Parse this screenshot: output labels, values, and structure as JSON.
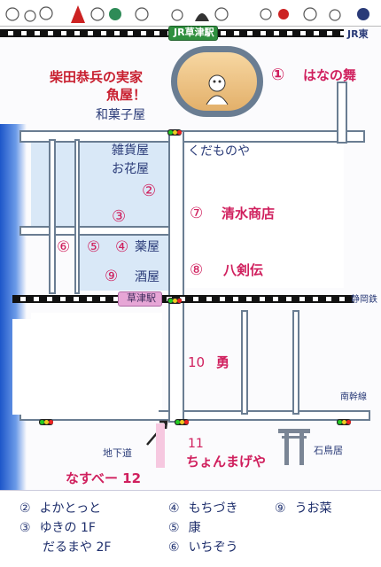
{
  "map": {
    "jr_station": "JR草津駅",
    "jr_line": "JR東",
    "kusatsu_station": "草津駅",
    "rail_line": "静岡鉄",
    "birthplace_line1": "柴田恭兵の実家",
    "birthplace_line2": "魚屋！",
    "wagashi": "和菓子屋",
    "marker_1": "①",
    "hananomai": "はなの舞",
    "zakka": "雑貨屋",
    "flower_shop": "お花屋",
    "marker_2": "②",
    "marker_3": "③",
    "fruit_shop": "くだものや",
    "marker_7": "⑦",
    "shimizu": "清水商店",
    "marker_8": "⑧",
    "yatsurugiden": "八剣伝",
    "marker_6": "⑥",
    "marker_5": "⑤",
    "marker_4": "④",
    "pharmacy": "薬屋",
    "marker_9": "⑨",
    "liquor": "酒屋",
    "marker_10": "10",
    "isami": "勇",
    "nankansen": "南幹線",
    "ishitorii": "石鳥居",
    "marker_11": "11",
    "chonmageya": "ちょんまげや",
    "underpass": "地下道",
    "nasupe": "なすべー 12"
  },
  "legend": [
    {
      "num": "②",
      "name": "よかとっと"
    },
    {
      "num": "④",
      "name": "もちづき"
    },
    {
      "num": "⑨",
      "name": "うお菜"
    },
    {
      "num": "③",
      "name": "ゆきの 1F"
    },
    {
      "num": "⑤",
      "name": "康"
    },
    {
      "num": "",
      "name": "だるまや 2F"
    },
    {
      "num": "⑥",
      "name": "いちぞう"
    }
  ],
  "colors": {
    "marker": "#d0205e",
    "label": "#2a3b78",
    "jr_station_box": "#2f8f3e",
    "kusatsu_station_box": "#e6a6d6",
    "highlight": "#c81e2e"
  }
}
